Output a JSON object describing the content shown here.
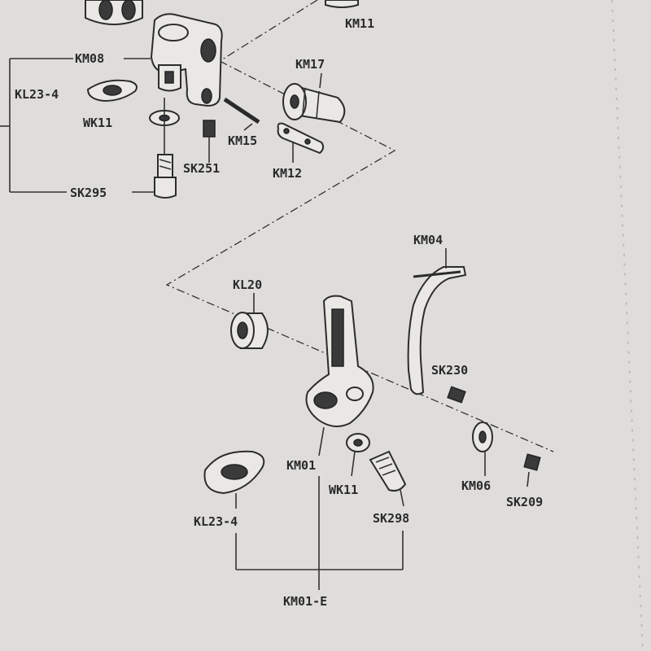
{
  "labels": {
    "km11_top": "KM11",
    "km08": "KM08",
    "km17": "KM17",
    "kl23_4_top": "KL23-4",
    "wk11_top": "WK11",
    "km15": "KM15",
    "sk251": "SK251",
    "km12": "KM12",
    "sk295": "SK295",
    "km04": "KM04",
    "kl20": "KL20",
    "sk230": "SK230",
    "km01": "KM01",
    "wk11_bottom": "WK11",
    "km06": "KM06",
    "sk209": "SK209",
    "kl23_4_bottom": "KL23-4",
    "sk298": "SK298",
    "km01_e": "KM01-E"
  }
}
